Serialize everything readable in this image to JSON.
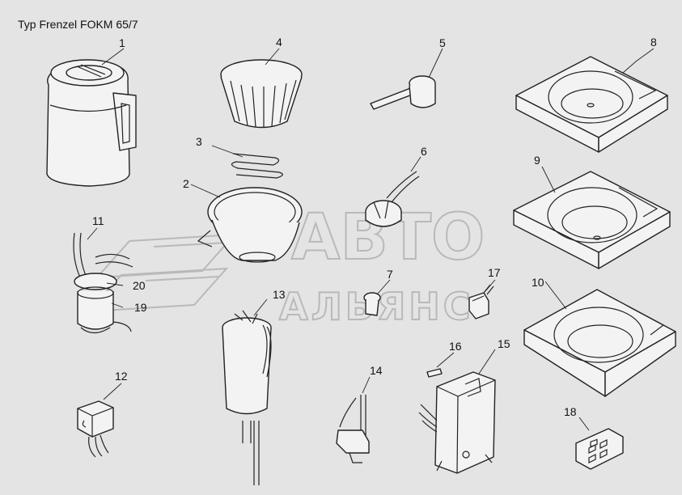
{
  "title": "Typ Frenzel FOKM 65/7",
  "watermark": {
    "line1": "АВТО",
    "line2": "АЛЬЯНС"
  },
  "colors": {
    "background": "#e4e4e4",
    "ink": "#222222",
    "watermark": "#b9b9b9"
  },
  "callouts": {
    "c1": "1",
    "c2": "2",
    "c3": "3",
    "c4": "4",
    "c5": "5",
    "c6": "6",
    "c7": "7",
    "c8": "8",
    "c9": "9",
    "c10": "10",
    "c11": "11",
    "c12": "12",
    "c13": "13",
    "c14": "14",
    "c15": "15",
    "c16": "16",
    "c17": "17",
    "c18": "18",
    "c19": "19",
    "c20": "20"
  }
}
